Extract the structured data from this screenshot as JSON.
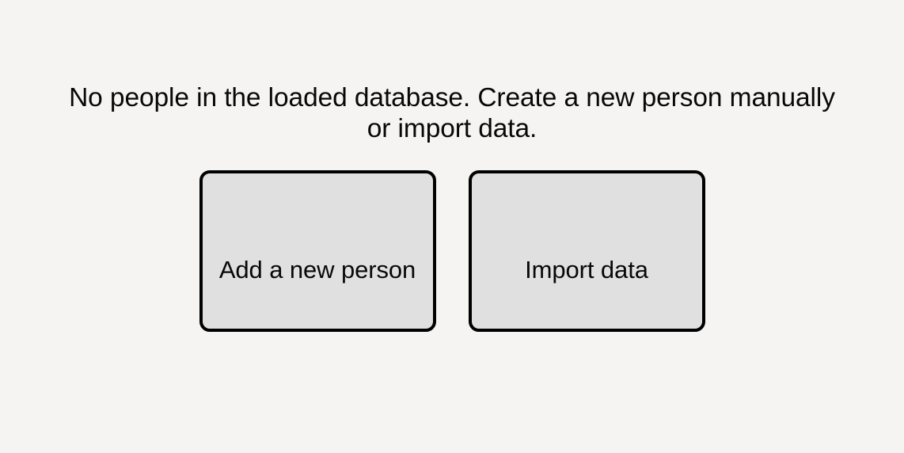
{
  "theme": {
    "background_color": "#f5f4f2",
    "button_fill_color": "#e0e0e0",
    "button_border_color": "#000000",
    "text_color": "#080808"
  },
  "empty_state": {
    "message": "No people in the loaded database. Create a new person manually or import data.",
    "actions": [
      {
        "id": "add-person",
        "label": "Add a new person"
      },
      {
        "id": "import-data",
        "label": "Import data"
      }
    ]
  }
}
